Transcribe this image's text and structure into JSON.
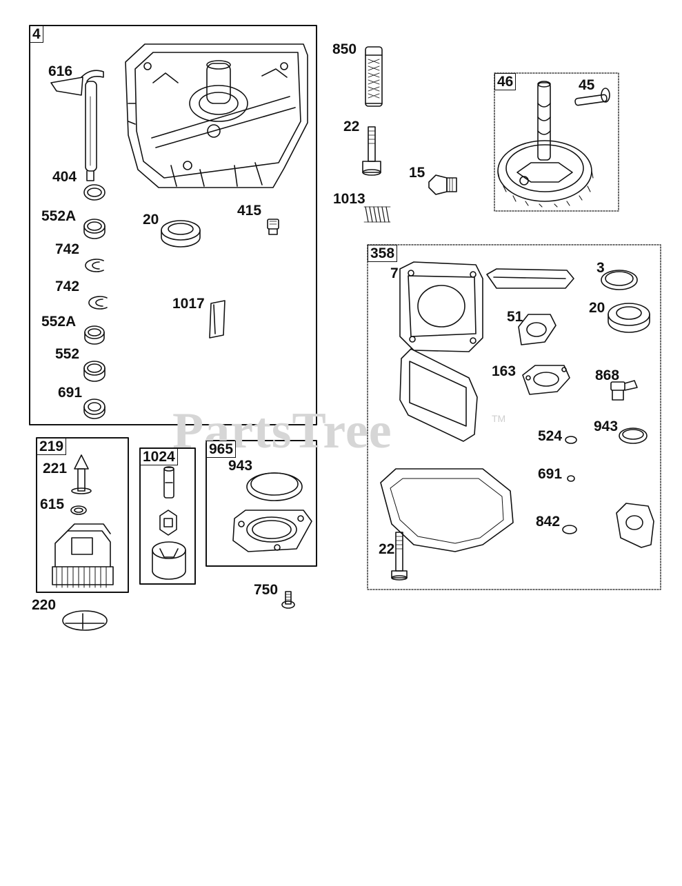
{
  "watermark": {
    "text": "PartsTree",
    "tm": "TM"
  },
  "groups": {
    "g4": {
      "tag": "4"
    },
    "g219": {
      "tag": "219"
    },
    "g1024": {
      "tag": "1024"
    },
    "g965": {
      "tag": "965"
    },
    "g46": {
      "tag": "46"
    },
    "g358": {
      "tag": "358"
    }
  },
  "labels": {
    "p616": "616",
    "p404": "404",
    "p552a_1": "552A",
    "p742_1": "742",
    "p742_2": "742",
    "p552a_2": "552A",
    "p552": "552",
    "p691_a": "691",
    "p20_a": "20",
    "p415": "415",
    "p1017": "1017",
    "p221": "221",
    "p615": "615",
    "p220": "220",
    "p943_a": "943",
    "p750": "750",
    "p850": "850",
    "p22_a": "22",
    "p15": "15",
    "p1013": "1013",
    "p45": "45",
    "p7": "7",
    "p3": "3",
    "p20_b": "20",
    "p51": "51",
    "p163": "163",
    "p868": "868",
    "p524": "524",
    "p943_b": "943",
    "p691_b": "691",
    "p842": "842",
    "p22_b": "22"
  }
}
